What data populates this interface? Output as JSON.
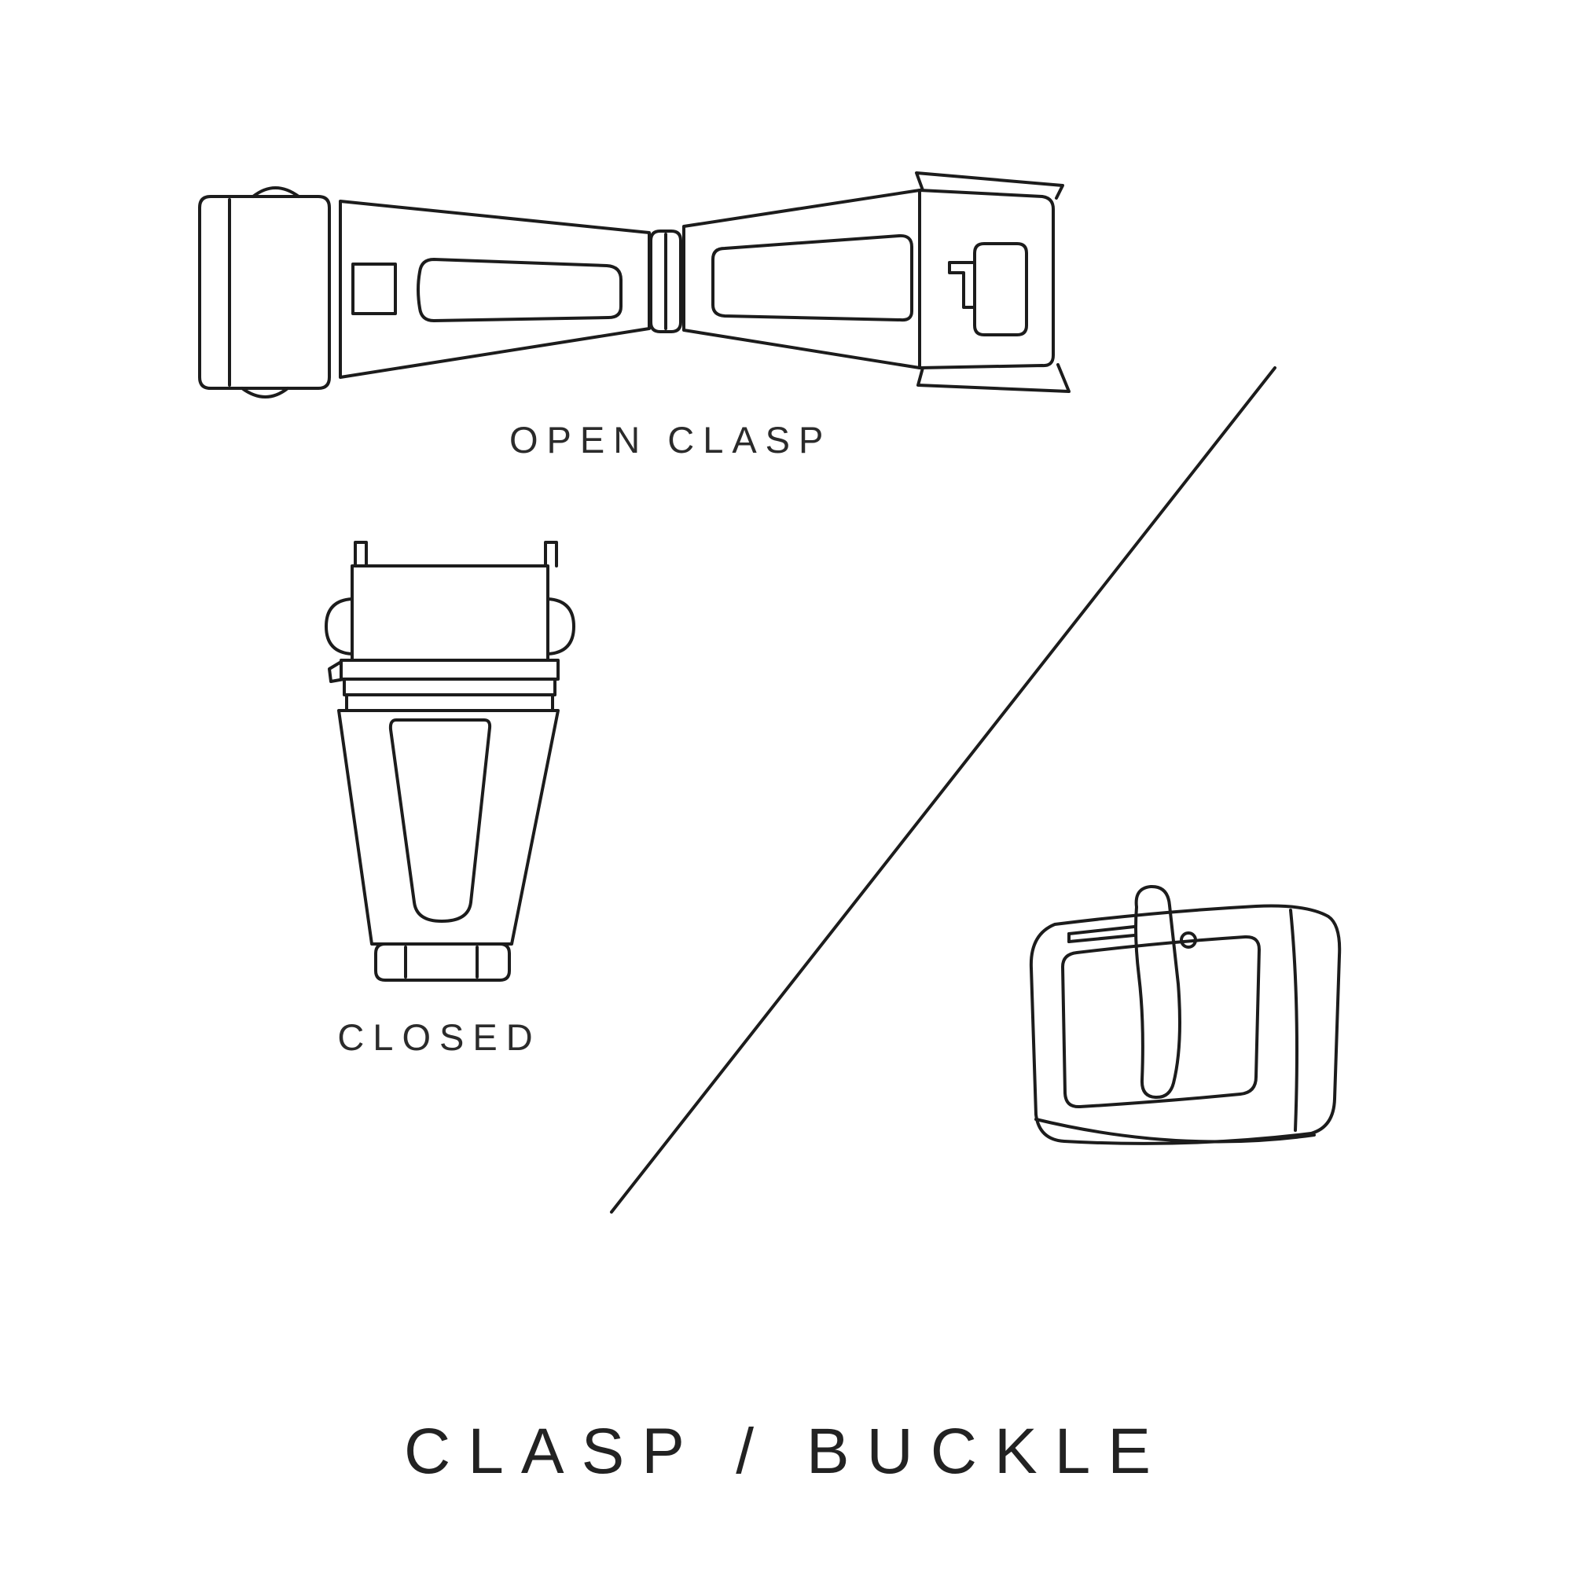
{
  "page": {
    "background": "#ffffff",
    "line_color": "#1c1c1c",
    "text_color": "#2b2b2b"
  },
  "diagram": {
    "title": "CLASP / BUCKLE",
    "labels": {
      "open_clasp": "OPEN CLASP",
      "closed": "CLOSED"
    },
    "illustrations": {
      "open_clasp": "open-clasp-line-drawing",
      "closed_clasp": "closed-clasp-line-drawing",
      "buckle": "tang-buckle-line-drawing",
      "divider": "diagonal-divider-line"
    }
  }
}
